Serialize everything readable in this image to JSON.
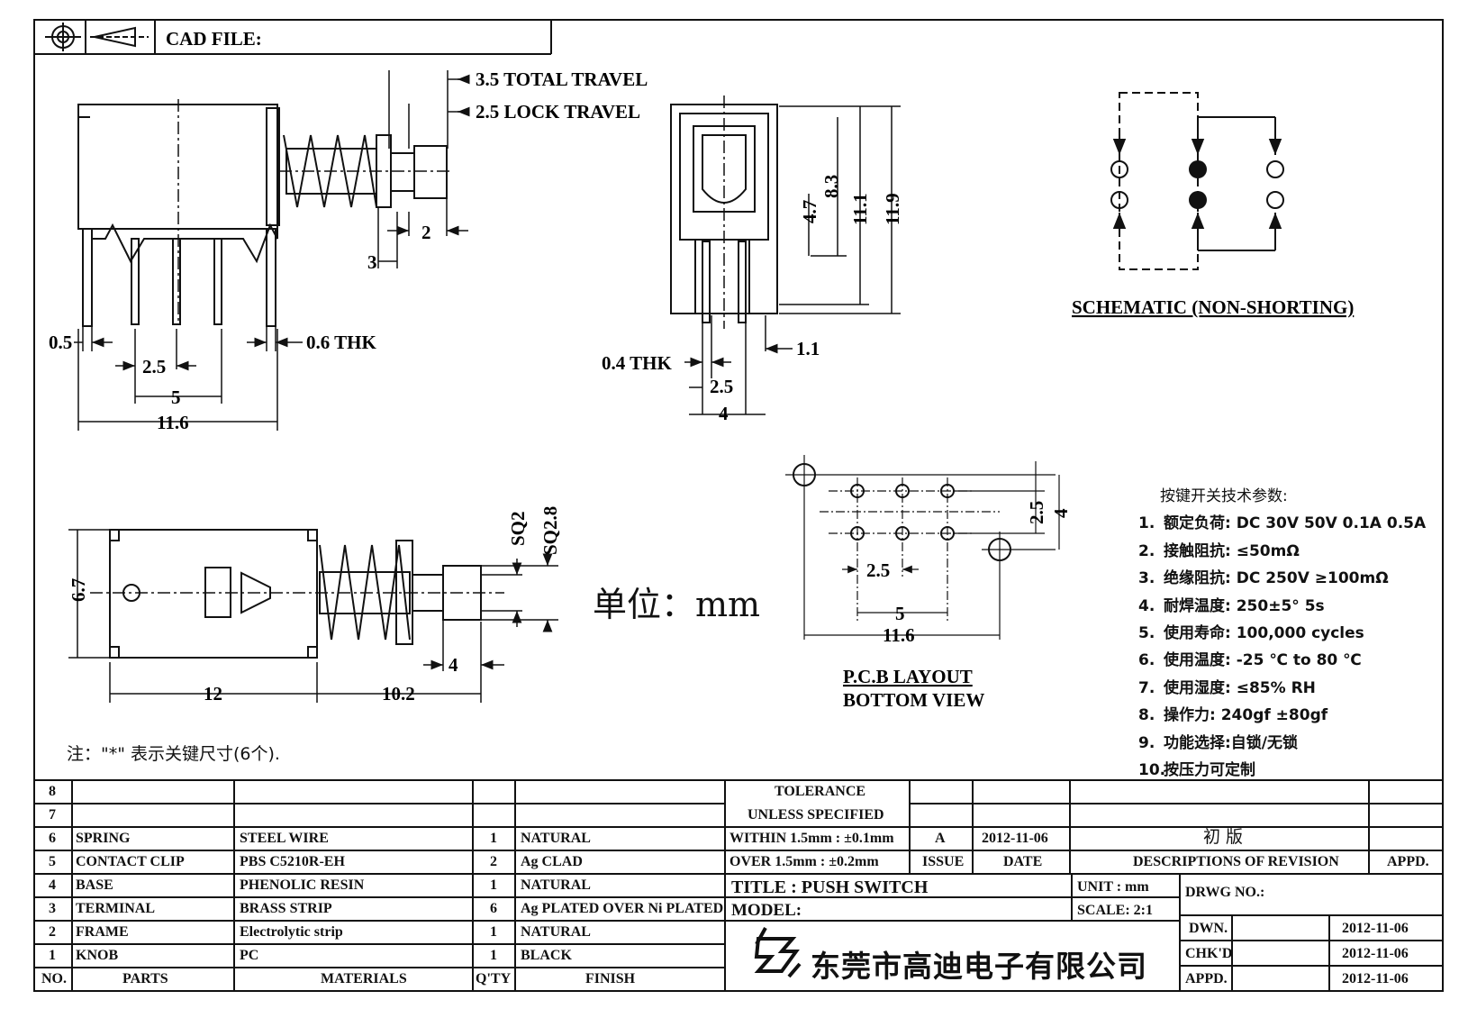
{
  "header": {
    "cad_file_label": "CAD FILE:"
  },
  "side_view": {
    "total_travel": "3.5 TOTAL TRAVEL",
    "lock_travel": "2.5 LOCK TRAVEL",
    "dim_2": "2",
    "dim_3": "3",
    "dim_05": "0.5",
    "dim_06": "0.6 THK",
    "dim_25": "2.5",
    "dim_5": "5",
    "dim_116": "11.6"
  },
  "front_view": {
    "dim_47": "4.7",
    "dim_83": "8.3",
    "dim_111": "11.1",
    "dim_119": "11.9",
    "dim_04": "0.4 THK",
    "dim_11": "1.1",
    "dim_25": "2.5",
    "dim_4": "4"
  },
  "schematic": {
    "caption": "SCHEMATIC (NON-SHORTING)"
  },
  "top_view": {
    "dim_67": "6.7",
    "dim_12": "12",
    "dim_102": "10.2",
    "dim_4": "4",
    "sq2": "SQ2",
    "sq28": "SQ2.8"
  },
  "units_label": "单位：mm",
  "pcb": {
    "title": "P.C.B LAYOUT",
    "subtitle": "BOTTOM VIEW",
    "dim_25v": "2.5",
    "dim_4v": "4",
    "dim_25h": "2.5",
    "dim_5": "5",
    "dim_116": "11.6"
  },
  "specs": {
    "heading": "按键开关技术参数:",
    "items": [
      {
        "n": "1.",
        "text": "额定负荷: DC 30V 50V    0.1A  0.5A"
      },
      {
        "n": "2.",
        "text": "接触阻抗: ≤50mΩ"
      },
      {
        "n": "3.",
        "text": "绝缘阻抗: DC 250V  ≥100mΩ"
      },
      {
        "n": "4.",
        "text": "耐焊温度: 250±5°    5s"
      },
      {
        "n": "5.",
        "text": "使用寿命: 100,000 cycles"
      },
      {
        "n": "6.",
        "text": "使用温度: -25 ℃  to 80 ℃"
      },
      {
        "n": "7.",
        "text": "使用湿度: ≤85% RH"
      },
      {
        "n": "8.",
        "text": "操作力: 240gf  ±80gf"
      },
      {
        "n": "9.",
        "text": "功能选择:自锁/无锁"
      },
      {
        "n": "10.",
        "text": "按压力可定制"
      }
    ]
  },
  "note": "注：\"*\"  表示关键尺寸(6个).",
  "bom": {
    "headers": {
      "no": "NO.",
      "parts": "PARTS",
      "materials": "MATERIALS",
      "qty": "Q'TY",
      "finish": "FINISH"
    },
    "rows": [
      {
        "no": "8",
        "part": "",
        "material": "",
        "qty": "",
        "finish": ""
      },
      {
        "no": "7",
        "part": "",
        "material": "",
        "qty": "",
        "finish": ""
      },
      {
        "no": "6",
        "part": "SPRING",
        "material": "STEEL WIRE",
        "qty": "1",
        "finish": "NATURAL"
      },
      {
        "no": "5",
        "part": "CONTACT CLIP",
        "material": "PBS C5210R-EH",
        "qty": "2",
        "finish": "Ag CLAD"
      },
      {
        "no": "4",
        "part": "BASE",
        "material": "PHENOLIC RESIN",
        "qty": "1",
        "finish": "NATURAL"
      },
      {
        "no": "3",
        "part": "TERMINAL",
        "material": "BRASS STRIP",
        "qty": "6",
        "finish": "Ag PLATED OVER Ni PLATED"
      },
      {
        "no": "2",
        "part": "FRAME",
        "material": "Electrolytic strip",
        "qty": "1",
        "finish": "NATURAL"
      },
      {
        "no": "1",
        "part": "KNOB",
        "material": "PC",
        "qty": "1",
        "finish": "BLACK"
      }
    ]
  },
  "tolerance": {
    "title1": "TOLERANCE",
    "title2": "UNLESS  SPECIFIED",
    "within": "WITHIN 1.5mm : ±0.1mm",
    "over": "OVER 1.5mm : ±0.2mm"
  },
  "revision": {
    "issue_value": "A",
    "date_value": "2012-11-06",
    "desc_value": "初 版",
    "issue_label": "ISSUE",
    "date_label": "DATE",
    "desc_label": "DESCRIPTIONS OF REVISION",
    "appd_label": "APPD."
  },
  "title_block": {
    "title": "TITLE :  PUSH SWITCH",
    "model": "MODEL:",
    "unit": "UNIT :  mm",
    "scale": "SCALE:  2:1",
    "drwg_no": "DRWG NO.:",
    "company": "东莞市高迪电子有限公司",
    "sign": [
      {
        "label": "DWN.",
        "date": "2012-11-06"
      },
      {
        "label": "CHK'D",
        "date": "2012-11-06"
      },
      {
        "label": "APPD.",
        "date": "2012-11-06"
      }
    ]
  }
}
